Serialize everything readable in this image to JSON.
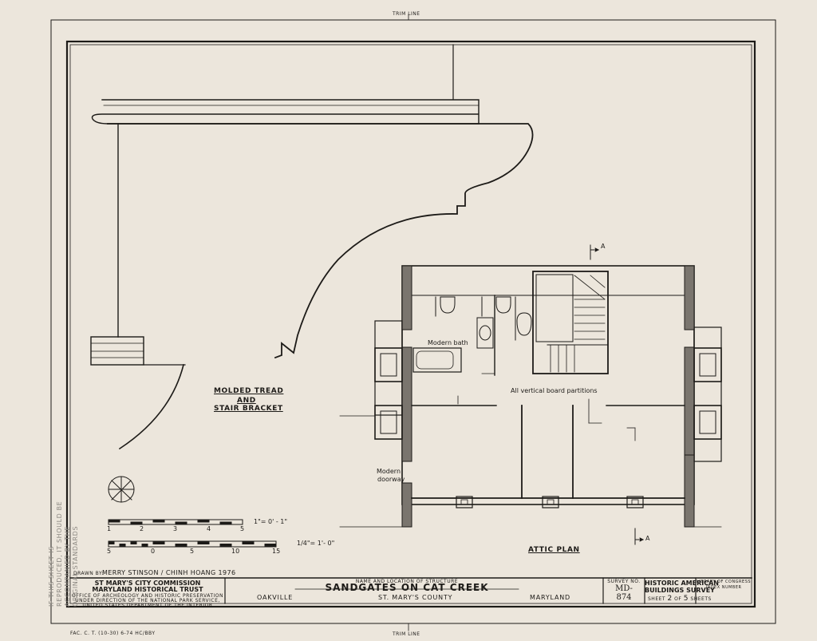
{
  "trim_line_top": "TRIM LINE",
  "trim_line_bottom": "TRIM LINE",
  "bracket_label_1": "MOLDED TREAD",
  "bracket_label_2": "AND",
  "bracket_label_3": "STAIR BRACKET",
  "plan_title": "ATTIC PLAN",
  "section_marker": "A",
  "rooms": {
    "bath": "Modern bath",
    "partitions": "All vertical board partitions",
    "doorway_1": "Modern",
    "doorway_2": "doorway"
  },
  "scale_1": {
    "ticks": [
      "1",
      "2",
      "3",
      "4",
      "5"
    ],
    "label": "1\"= 0' - 1\""
  },
  "scale_2": {
    "ticks": [
      "5",
      "0",
      "5",
      "10",
      "15"
    ],
    "label": "1/4\"= 1'- 0\""
  },
  "drawn_by": {
    "prefix": "DRAWN BY:",
    "names": "MERRY STINSON / CHINH HOANG 1976"
  },
  "title_block": {
    "org_1": "ST MARY'S CITY COMMISSION",
    "org_2": "MARYLAND HISTORICAL TRUST",
    "org_3": "OFFICE OF ARCHEOLOGY AND HISTORIC PRESERVATION",
    "org_4": "UNDER DIRECTION OF THE NATIONAL PARK SERVICE,",
    "org_5": "UNITED STATES DEPARTMENT OF THE INTERIOR",
    "name_header": "NAME AND LOCATION OF STRUCTURE",
    "structure_name": "SANDGATES ON CAT CREEK",
    "location_1": "OAKVILLE",
    "location_2": "ST. MARY'S COUNTY",
    "location_3": "MARYLAND",
    "survey_header": "SURVEY NO.",
    "survey_no_1": "MD-",
    "survey_no_2": "874",
    "habs_1": "HISTORIC AMERICAN",
    "habs_2": "BUILDINGS SURVEY",
    "sheet_prefix": "SHEET",
    "sheet_num": "2",
    "sheet_mid": "OF",
    "sheet_total": "5",
    "sheet_suffix": "SHEETS",
    "loc_1": "LIBRARY OF CONGRESS",
    "loc_2": "INDEX NUMBER"
  },
  "footer_left": "FAC. C. T. (10-30) 6-74 HC/BBY",
  "side_note": "IF THIS SHEET IS REPRODUCED, IT SHOULD BE ACCOMPANIED BY THE ORIGINAL STANDARDS"
}
